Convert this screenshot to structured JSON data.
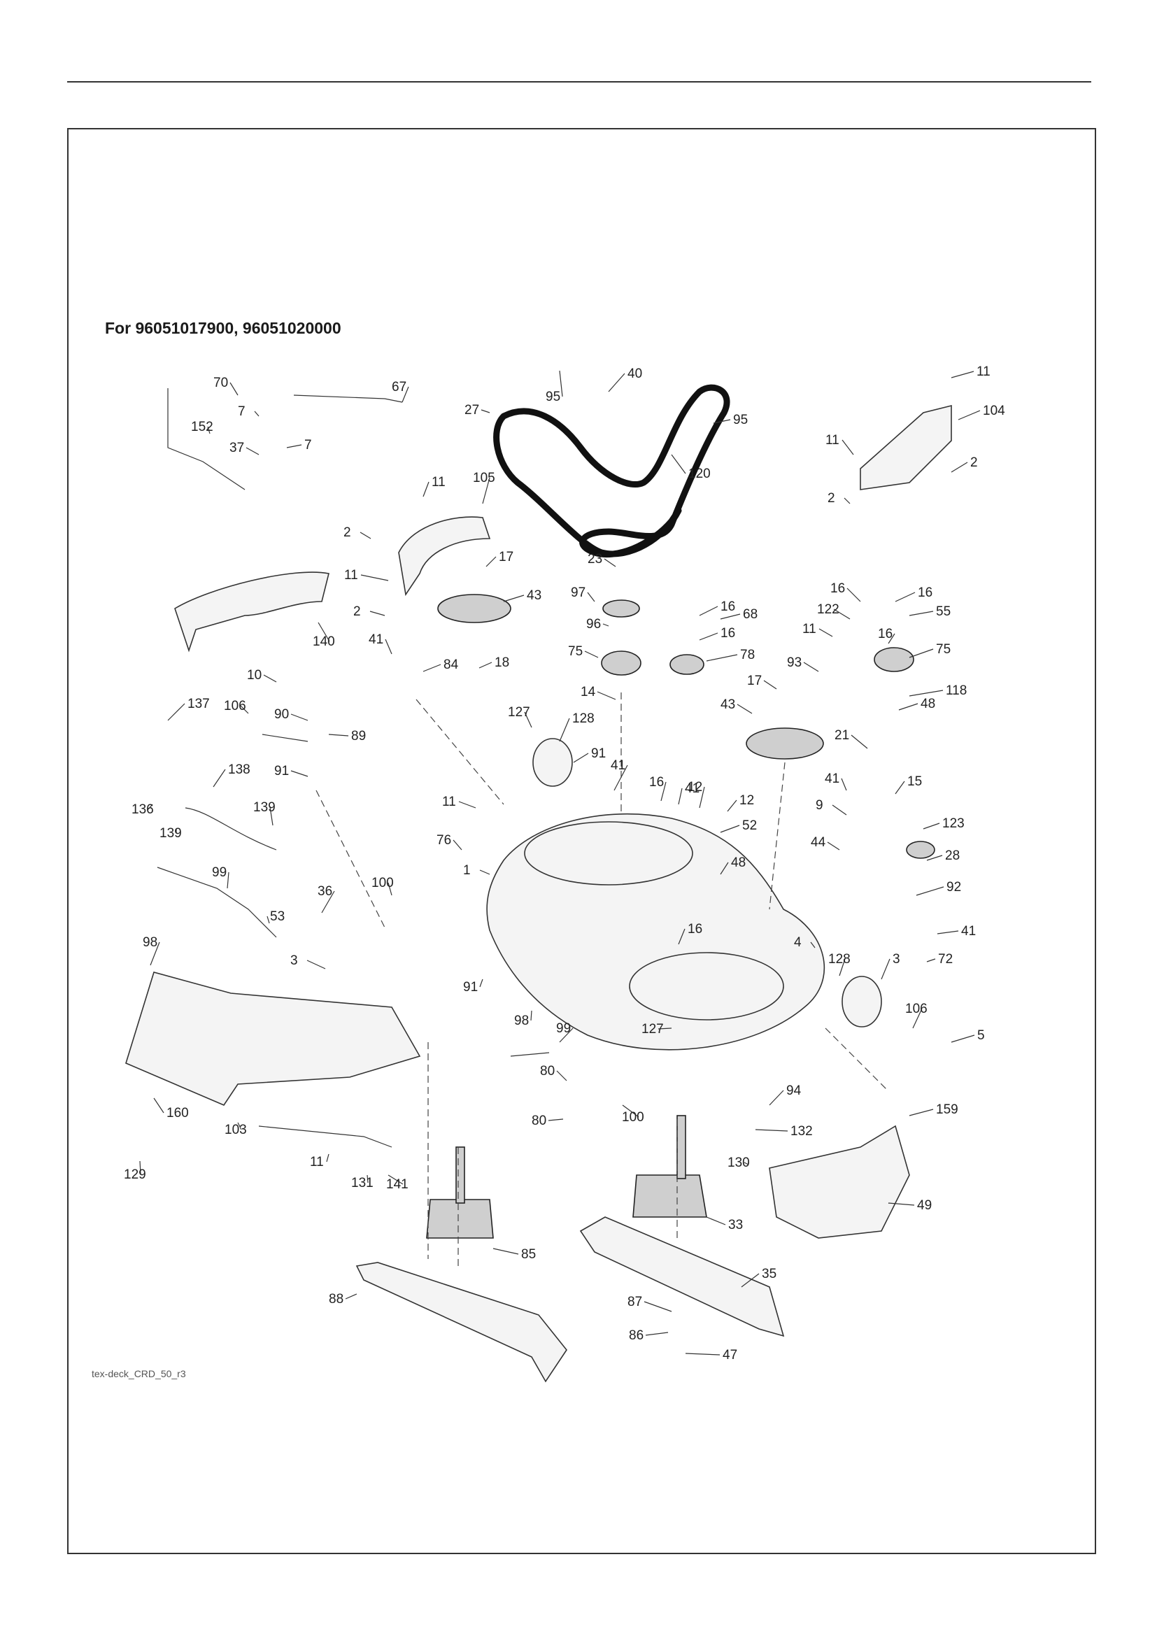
{
  "page": {
    "models_heading": "For 96051017900, 96051020000",
    "diagram_code": "tex-deck_CRD_50_r3"
  },
  "parts": [
    {
      "label": "95"
    },
    {
      "label": "40"
    },
    {
      "label": "27"
    },
    {
      "label": "95"
    },
    {
      "label": "120"
    },
    {
      "label": "70"
    },
    {
      "label": "67"
    },
    {
      "label": "7"
    },
    {
      "label": "152"
    },
    {
      "label": "37"
    },
    {
      "label": "7"
    },
    {
      "label": "11"
    },
    {
      "label": "104"
    },
    {
      "label": "11"
    },
    {
      "label": "2"
    },
    {
      "label": "2"
    },
    {
      "label": "11"
    },
    {
      "label": "105"
    },
    {
      "label": "2"
    },
    {
      "label": "17"
    },
    {
      "label": "11"
    },
    {
      "label": "2"
    },
    {
      "label": "43"
    },
    {
      "label": "140"
    },
    {
      "label": "41"
    },
    {
      "label": "84"
    },
    {
      "label": "18"
    },
    {
      "label": "23"
    },
    {
      "label": "97"
    },
    {
      "label": "96"
    },
    {
      "label": "75"
    },
    {
      "label": "16"
    },
    {
      "label": "68"
    },
    {
      "label": "16"
    },
    {
      "label": "78"
    },
    {
      "label": "14"
    },
    {
      "label": "16"
    },
    {
      "label": "16"
    },
    {
      "label": "122"
    },
    {
      "label": "55"
    },
    {
      "label": "11"
    },
    {
      "label": "16"
    },
    {
      "label": "75"
    },
    {
      "label": "93"
    },
    {
      "label": "118"
    },
    {
      "label": "17"
    },
    {
      "label": "48"
    },
    {
      "label": "43"
    },
    {
      "label": "21"
    },
    {
      "label": "10"
    },
    {
      "label": "106"
    },
    {
      "label": "90"
    },
    {
      "label": "89"
    },
    {
      "label": "91"
    },
    {
      "label": "137"
    },
    {
      "label": "127"
    },
    {
      "label": "128"
    },
    {
      "label": "91"
    },
    {
      "label": "136"
    },
    {
      "label": "138"
    },
    {
      "label": "139"
    },
    {
      "label": "139"
    },
    {
      "label": "11"
    },
    {
      "label": "41"
    },
    {
      "label": "16"
    },
    {
      "label": "12"
    },
    {
      "label": "12"
    },
    {
      "label": "52"
    },
    {
      "label": "76"
    },
    {
      "label": "1"
    },
    {
      "label": "48"
    },
    {
      "label": "41"
    },
    {
      "label": "41"
    },
    {
      "label": "15"
    },
    {
      "label": "9"
    },
    {
      "label": "123"
    },
    {
      "label": "44"
    },
    {
      "label": "28"
    },
    {
      "label": "92"
    },
    {
      "label": "99"
    },
    {
      "label": "100"
    },
    {
      "label": "36"
    },
    {
      "label": "53"
    },
    {
      "label": "41"
    },
    {
      "label": "16"
    },
    {
      "label": "4"
    },
    {
      "label": "72"
    },
    {
      "label": "98"
    },
    {
      "label": "3"
    },
    {
      "label": "91"
    },
    {
      "label": "128"
    },
    {
      "label": "3"
    },
    {
      "label": "98"
    },
    {
      "label": "127"
    },
    {
      "label": "106"
    },
    {
      "label": "99"
    },
    {
      "label": "5"
    },
    {
      "label": "80"
    },
    {
      "label": "94"
    },
    {
      "label": "80"
    },
    {
      "label": "100"
    },
    {
      "label": "159"
    },
    {
      "label": "160"
    },
    {
      "label": "103"
    },
    {
      "label": "132"
    },
    {
      "label": "129"
    },
    {
      "label": "11"
    },
    {
      "label": "130"
    },
    {
      "label": "131"
    },
    {
      "label": "141"
    },
    {
      "label": "49"
    },
    {
      "label": "33"
    },
    {
      "label": "85"
    },
    {
      "label": "35"
    },
    {
      "label": "88"
    },
    {
      "label": "87"
    },
    {
      "label": "86"
    },
    {
      "label": "47"
    }
  ]
}
